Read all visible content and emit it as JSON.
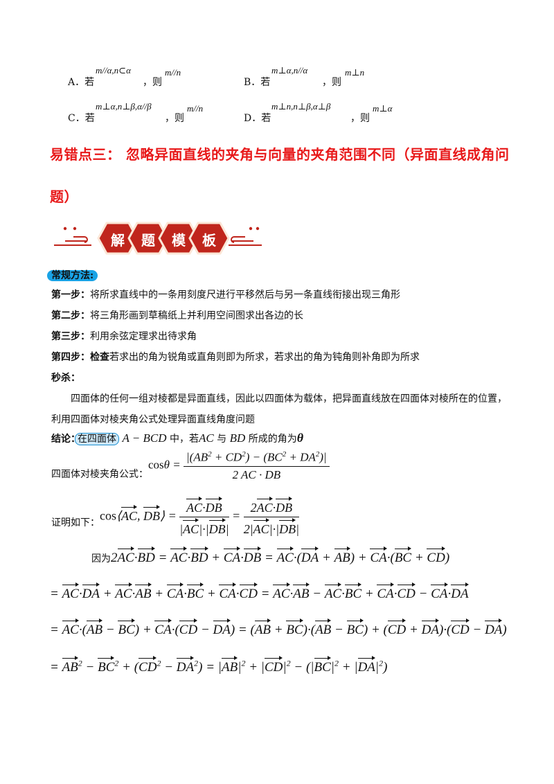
{
  "options": {
    "a": {
      "label": "A．若",
      "cond": "m//α,n⊂α",
      "then": "，则",
      "concl": "m//n"
    },
    "b": {
      "label": "B．若",
      "cond": "m⊥α,n//α",
      "then": "，则",
      "concl": "m⊥n"
    },
    "c": {
      "label": "C．若",
      "cond": "m⊥α,n⊥β,α//β",
      "then": "，则",
      "concl": "m//n"
    },
    "d": {
      "label": "D．若",
      "cond": "m⊥n,n⊥β,α⊥β",
      "then": "，则",
      "concl": "m⊥α"
    }
  },
  "heading": {
    "line1": "易错点三：  忽略异面直线的夹角与向量的夹角范围不同（异面直线成角问",
    "line2": "题）"
  },
  "banner": {
    "chars": [
      "解",
      "题",
      "模",
      "板"
    ]
  },
  "method": {
    "title": "常规方法:",
    "steps": [
      {
        "label": "第一步：",
        "text": "将所求直线中的一条用刻度尺进行平移然后与另一条直线衔接出现三角形"
      },
      {
        "label": "第二步：",
        "text": "将三角形画到草稿纸上并利用空间图求出各边的长"
      },
      {
        "label": "第三步：",
        "text": "利用余弦定理求出待求角"
      },
      {
        "label": "第四步：",
        "bold_text": "检查",
        "text": "若求出的角为锐角或直角则即为所求，若求出的角为钝角则补角即为所求"
      }
    ]
  },
  "trick": {
    "title": "秒杀：",
    "p1": "四面体的任何一组对棱都是异面直线，因此以四面体为载体，把异面直线放在四面体对棱所在的位置，",
    "p2": "利用四面体对棱夹角公式处理异面直线角度问题"
  },
  "conclusion": {
    "label": "结论：",
    "t1": "在四面体",
    "m1": "A − BCD",
    "t2": "中，若",
    "m2": "AC",
    "t3": "与",
    "m3": "BD",
    "t4": "所成的角为",
    "m4": "θ"
  },
  "formula": {
    "label": "四面体对棱夹角公式："
  },
  "proof": {
    "label": "证明如下：",
    "because": "因为"
  }
}
